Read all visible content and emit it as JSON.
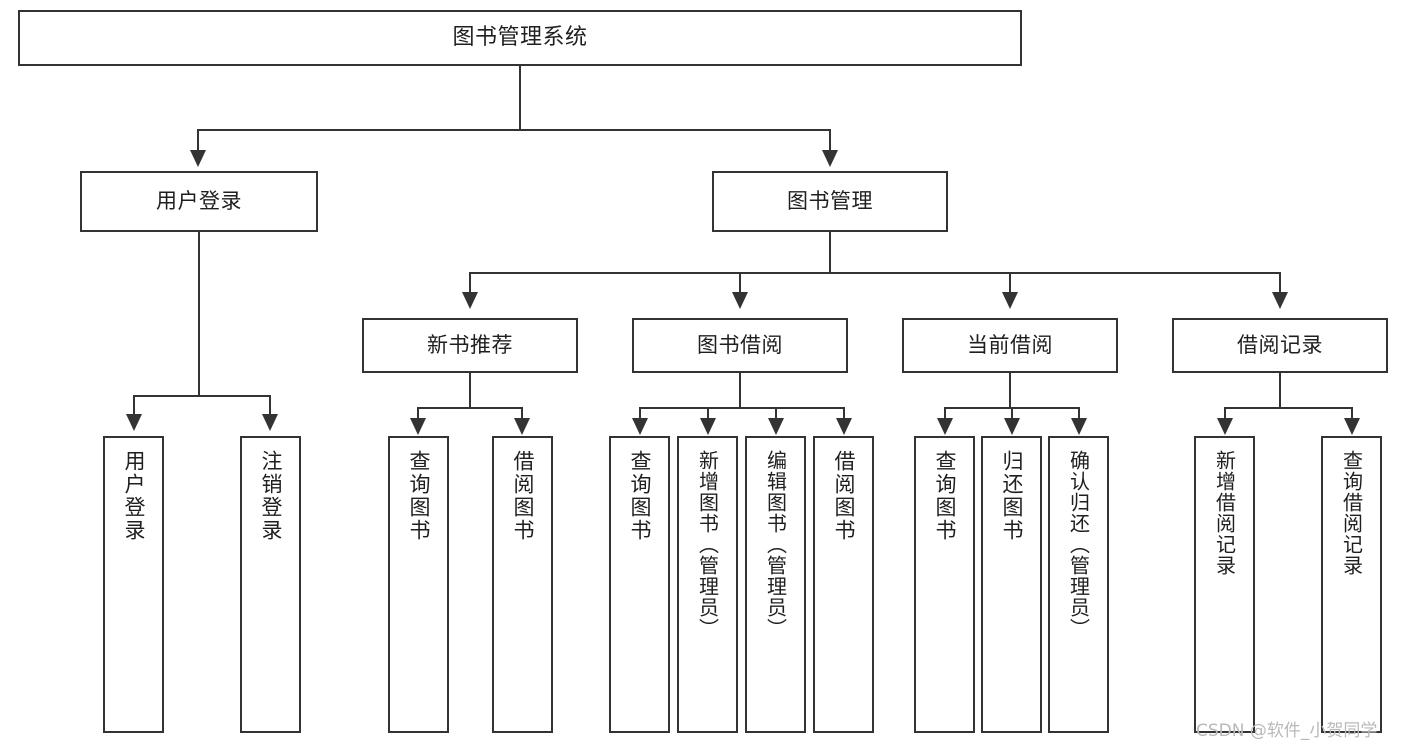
{
  "diagram": {
    "title": "图书管理系统",
    "type": "hierarchy-tree",
    "background_color": "#ffffff",
    "line_color": "#333333",
    "text_color": "#1f1f1f",
    "watermark": "CSDN @软件_小贺同学",
    "watermark_color": "#b9b9b9",
    "levels": 4,
    "nodes": {
      "root": {
        "label": "图书管理系统"
      },
      "level2": [
        {
          "label": "用户登录"
        },
        {
          "label": "图书管理"
        }
      ],
      "level3": [
        {
          "label": "新书推荐"
        },
        {
          "label": "图书借阅"
        },
        {
          "label": "当前借阅"
        },
        {
          "label": "借阅记录"
        }
      ],
      "leaves": {
        "user_login": [
          {
            "label": "用户登录"
          },
          {
            "label": "注销登录"
          }
        ],
        "new_book_recommend": [
          {
            "label": "查询图书"
          },
          {
            "label": "借阅图书"
          }
        ],
        "book_borrow": [
          {
            "label": "查询图书"
          },
          {
            "label": "新增图书（管理员）"
          },
          {
            "label": "编辑图书（管理员）"
          },
          {
            "label": "借阅图书"
          }
        ],
        "current_borrow": [
          {
            "label": "查询图书"
          },
          {
            "label": "归还图书"
          },
          {
            "label": "确认归还（管理员）"
          }
        ],
        "borrow_record": [
          {
            "label": "新增借阅记录"
          },
          {
            "label": "查询借阅记录"
          }
        ]
      }
    }
  }
}
